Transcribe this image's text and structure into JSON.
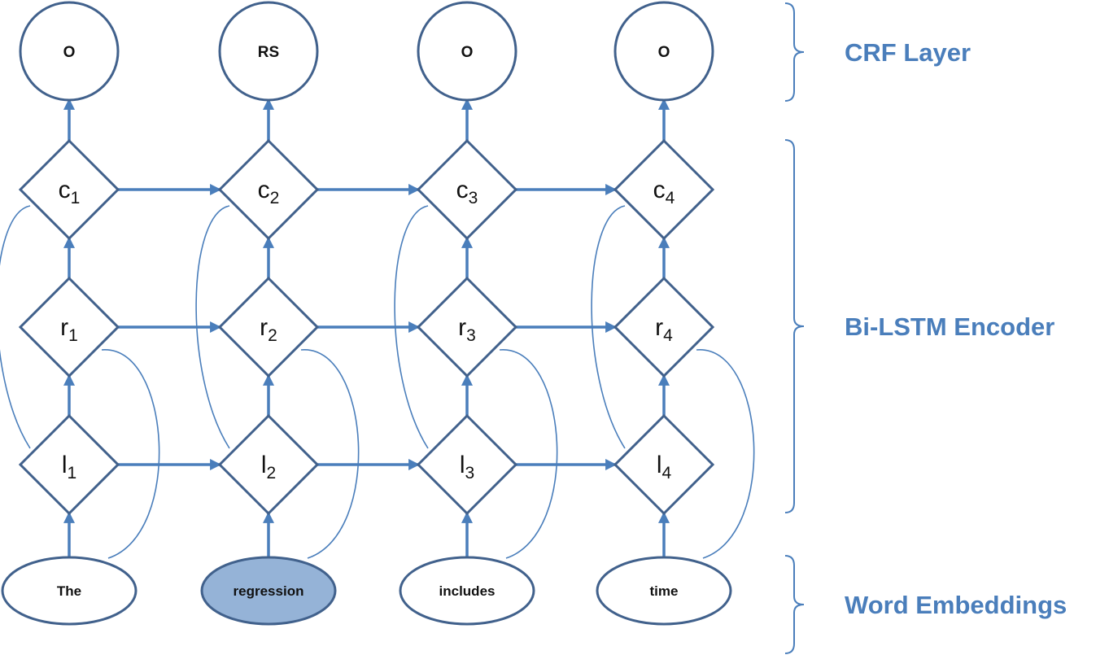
{
  "colors": {
    "accent": "#4a7ebb",
    "node_stroke": "#41618c",
    "highlight_fill": "#95b3d7",
    "node_fill": "#ffffff",
    "text": "#111111"
  },
  "crf_tags": [
    "O",
    "RS",
    "O",
    "O"
  ],
  "gates": {
    "c": {
      "letter": "c",
      "subscripts": [
        "1",
        "2",
        "3",
        "4"
      ]
    },
    "r": {
      "letter": "r",
      "subscripts": [
        "1",
        "2",
        "3",
        "4"
      ]
    },
    "l": {
      "letter": "l",
      "subscripts": [
        "1",
        "2",
        "3",
        "4"
      ]
    }
  },
  "words": [
    {
      "text": "The",
      "highlighted": false
    },
    {
      "text": "regression",
      "highlighted": true
    },
    {
      "text": "includes",
      "highlighted": false
    },
    {
      "text": "time",
      "highlighted": false
    }
  ],
  "layers": {
    "crf": "CRF Layer",
    "bilstm": "Bi-LSTM Encoder",
    "embeddings": "Word Embeddings"
  }
}
